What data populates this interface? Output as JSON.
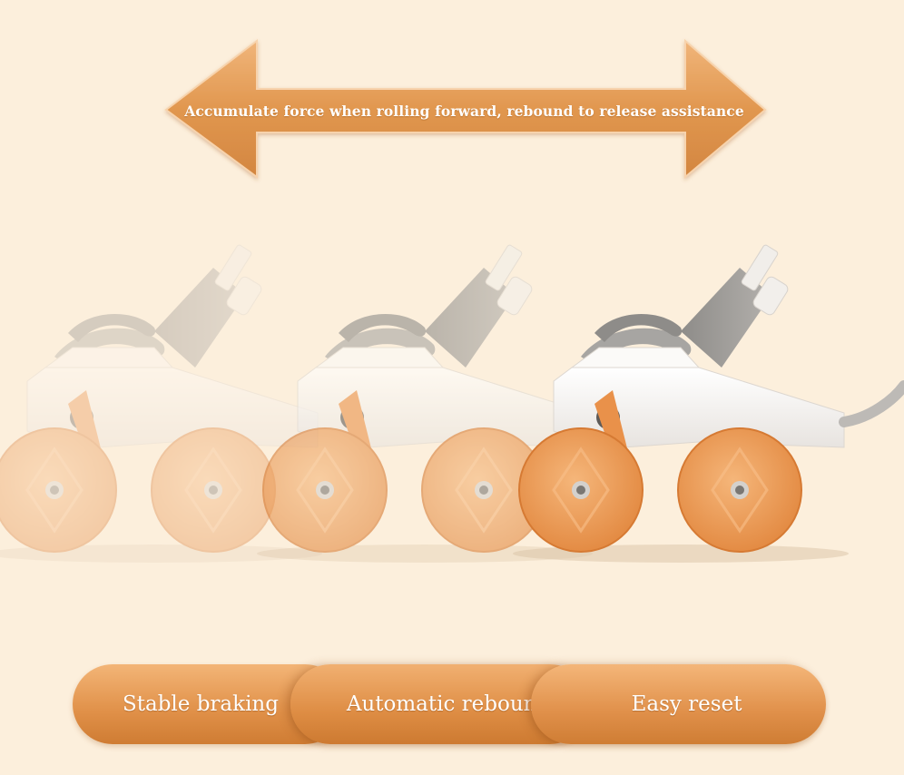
{
  "arrow": {
    "caption": "Accumulate force when rolling forward, rebound to release assistance"
  },
  "features": {
    "items": [
      {
        "label": "Stable braking"
      },
      {
        "label": "Automatic rebound"
      },
      {
        "label": "Easy reset"
      }
    ]
  },
  "colors": {
    "background": "#fcefdc",
    "arrow": "#e29a55",
    "wheel": "#ec9b56",
    "frame": "#f6f3ef",
    "pad": "#8c8a87",
    "pill": "#e09048"
  }
}
